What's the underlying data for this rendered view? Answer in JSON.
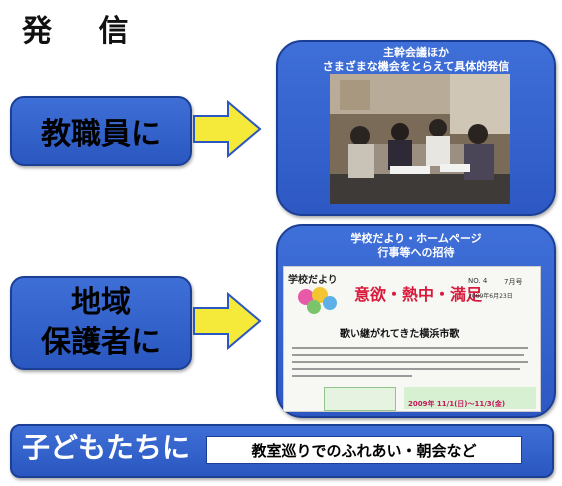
{
  "title": "発 信",
  "groups": [
    {
      "label": "教職員に",
      "caption_lines": [
        "主幹会議ほか",
        "さまざまな機会をとらえて具体的発信"
      ]
    },
    {
      "label_lines": [
        "地域",
        "保護者に"
      ],
      "caption_lines": [
        "学校だより・ホームページ",
        "行事等への招待"
      ]
    }
  ],
  "newsletter": {
    "masthead": "学校だより",
    "slogan": "意欲・熱中・満足",
    "issue": "NO. 4",
    "month": "7月号",
    "date": "2009年6月23日",
    "headline": "歌い継がれてきた横浜市歌",
    "footer_banner": "2009年 11/1(日)〜11/3(金)"
  },
  "bottom": {
    "label": "子どもたちに",
    "sub": "教室巡りでのふれあい・朝会など"
  },
  "colors": {
    "panel_blue": "#2d58c4",
    "arrow_yellow": "#f5ea3a",
    "border_blue": "#1c3f96"
  }
}
